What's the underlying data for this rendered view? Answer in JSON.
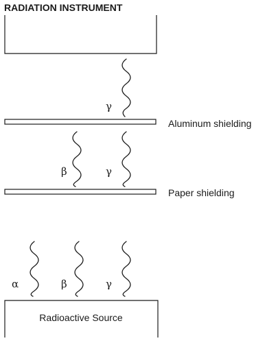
{
  "title": "RADIATION INSTRUMENT",
  "source_label": "Radioactive Source",
  "shields": {
    "aluminum": "Aluminum shielding",
    "paper": "Paper shielding"
  },
  "particles": {
    "alpha": "α",
    "beta": "β",
    "gamma": "γ"
  }
}
